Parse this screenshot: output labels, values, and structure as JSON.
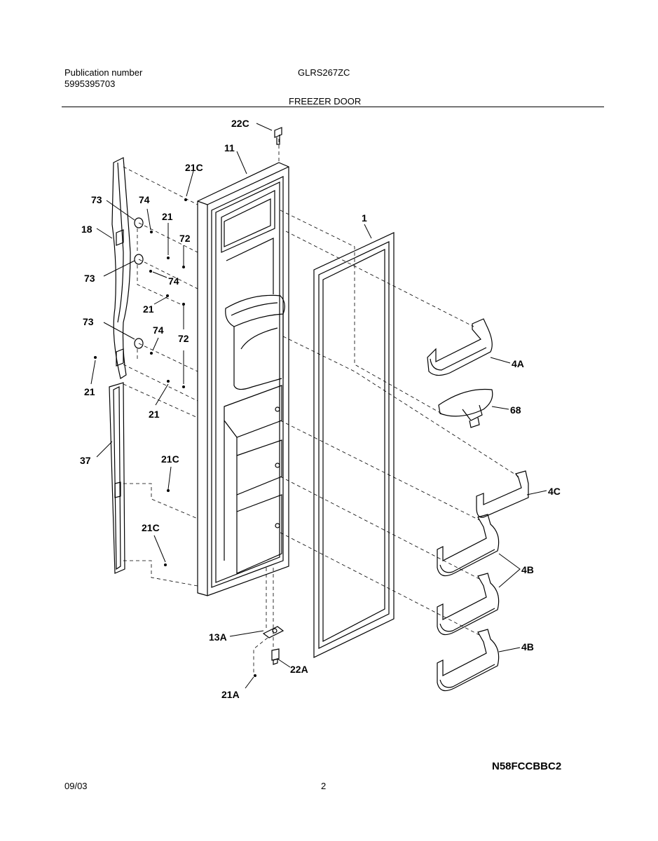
{
  "header": {
    "publication_label": "Publication number",
    "publication_number": "5995395703",
    "model": "GLRS267ZC",
    "section_title": "FREEZER DOOR"
  },
  "callouts": {
    "c22C_top": "22C",
    "c11": "11",
    "c21C_a": "21C",
    "c73_a": "73",
    "c74_a": "74",
    "c21_a": "21",
    "c18": "18",
    "c72_a": "72",
    "c73_b": "73",
    "c74_b": "74",
    "c21_b": "21",
    "c73_c": "73",
    "c74_c": "74",
    "c72_b": "72",
    "c21_c": "21",
    "c21_d": "21",
    "c37": "37",
    "c21C_b": "21C",
    "c21C_c": "21C",
    "c1": "1",
    "c4A": "4A",
    "c68": "68",
    "c4C": "4C",
    "c4B_a": "4B",
    "c4B_b": "4B",
    "c13A": "13A",
    "c22A": "22A",
    "c21A": "21A"
  },
  "footer": {
    "diagram_code": "N58FCCBBC2",
    "date": "09/03",
    "page": "2"
  }
}
